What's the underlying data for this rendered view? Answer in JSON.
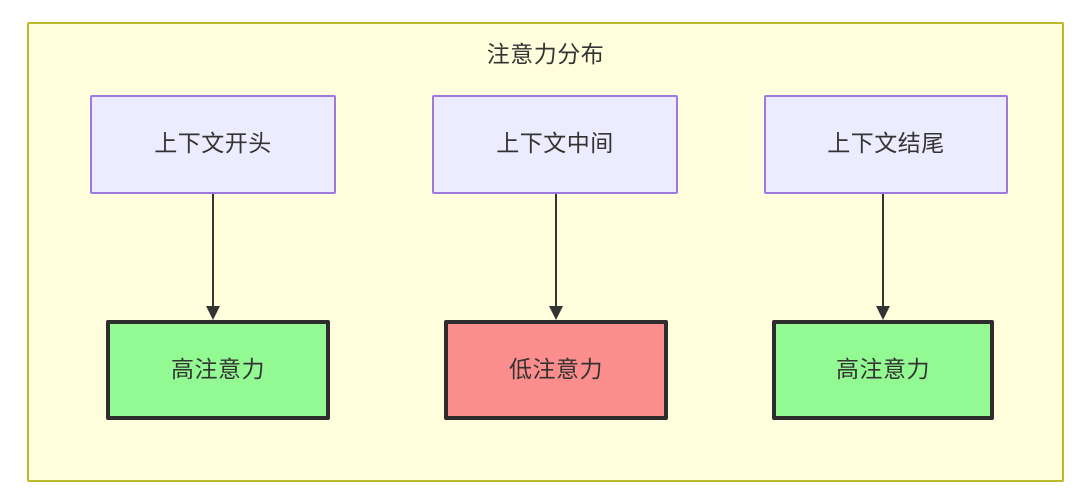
{
  "diagram": {
    "title": "注意力分布",
    "container": {
      "fill": "#ffffde",
      "stroke": "#bbbb2a"
    },
    "columns": [
      {
        "id": "col1",
        "source": {
          "label": "上下文开头",
          "fill": "#ececfe",
          "stroke": "#9d79e0"
        },
        "target": {
          "label": "高注意力",
          "fill": "#93f993",
          "stroke": "#2e2c2c"
        },
        "edge": {
          "name": "arrow-down",
          "color": "#333333"
        }
      },
      {
        "id": "col2",
        "source": {
          "label": "上下文中间",
          "fill": "#ececfe",
          "stroke": "#9d79e0"
        },
        "target": {
          "label": "低注意力",
          "fill": "#fc8d8d",
          "stroke": "#2e2c2c"
        },
        "edge": {
          "name": "arrow-down",
          "color": "#333333"
        }
      },
      {
        "id": "col3",
        "source": {
          "label": "上下文结尾",
          "fill": "#ececfe",
          "stroke": "#9d79e0"
        },
        "target": {
          "label": "高注意力",
          "fill": "#93f993",
          "stroke": "#2e2c2c"
        },
        "edge": {
          "name": "arrow-down",
          "color": "#333333"
        }
      }
    ]
  }
}
